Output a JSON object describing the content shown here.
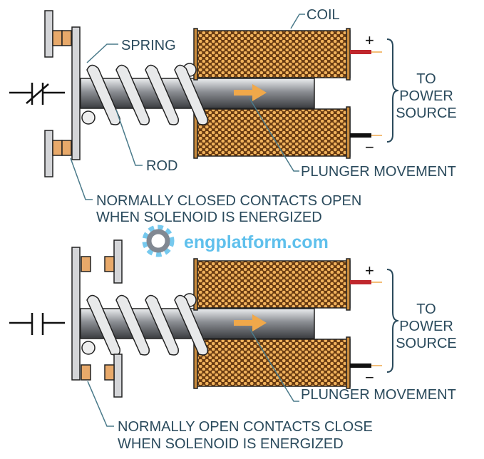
{
  "top_panel": {
    "coil_label": "COIL",
    "spring_label": "SPRING",
    "rod_label": "ROD",
    "plunger_label": "PLUNGER MOVEMENT",
    "power_label": [
      "TO",
      "POWER",
      "SOURCE"
    ],
    "plus": "+",
    "minus": "−",
    "contacts_caption": [
      "NORMALLY CLOSED CONTACTS OPEN",
      "WHEN SOLENOID IS ENERGIZED"
    ],
    "symbol": "normally-closed-contact-symbol"
  },
  "bottom_panel": {
    "plunger_label": "PLUNGER MOVEMENT",
    "power_label": [
      "TO",
      "POWER",
      "SOURCE"
    ],
    "plus": "+",
    "minus": "−",
    "contacts_caption": [
      "NORMALLY OPEN CONTACTS CLOSE",
      "WHEN SOLENOID IS ENERGIZED"
    ],
    "symbol": "normally-open-contact-symbol"
  },
  "watermark": "engplatform.com",
  "colors": {
    "text": "#2a4a5c",
    "coil": "#c98a3c",
    "contact": "#e8a96a",
    "arrow": "#f0a84a",
    "plate": "#d4d5d8",
    "wire_positive": "#c0272d",
    "wire_negative": "#111111",
    "watermark": "#5fc0ec"
  }
}
